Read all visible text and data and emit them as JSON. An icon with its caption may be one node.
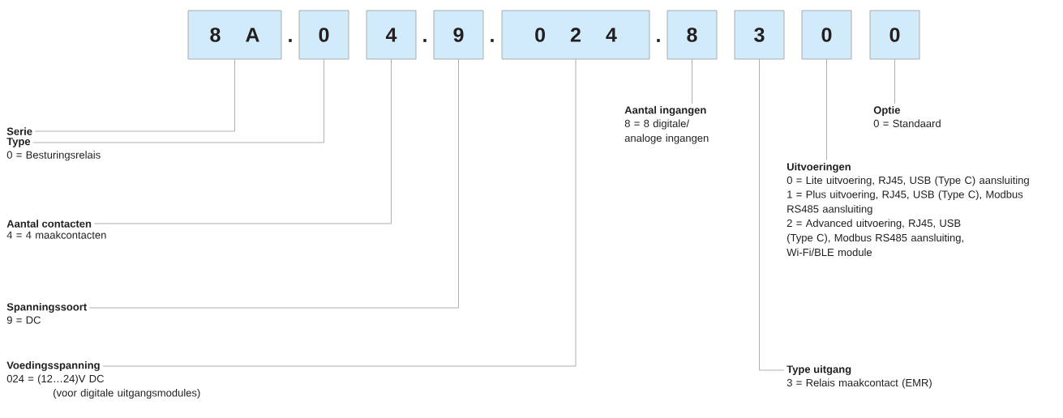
{
  "diagram": {
    "nodes": [
      {
        "text": [
          "8 A"
        ]
      },
      {
        "text": [
          "0"
        ]
      },
      {
        "text": [
          "4"
        ]
      },
      {
        "text": [
          "9"
        ]
      },
      {
        "text": [
          "0 2 4"
        ]
      },
      {
        "text": [
          "8"
        ]
      },
      {
        "text": [
          "3"
        ]
      },
      {
        "text": [
          "0"
        ]
      },
      {
        "text": [
          "0"
        ]
      },
      {
        "text": [
          "Serie"
        ]
      },
      {
        "text": [
          "Type",
          "0 = Besturingsrelais"
        ]
      },
      {
        "text": [
          "Aantal contacten",
          "4 = 4 maakcontacten"
        ]
      },
      {
        "text": [
          "Spanningssoort",
          "9 = DC"
        ]
      },
      {
        "text": [
          "Voedingsspanning",
          "024 = (12…24)V DC",
          "(voor digitale uitgangsmodules)"
        ]
      },
      {
        "text": [
          "Aantal ingangen",
          "8 = 8 digitale/ analoge ingangen"
        ]
      },
      {
        "text": [
          "Optie",
          "0 = Standaard"
        ]
      },
      {
        "text": [
          "Uitvoeringen",
          "0 =  Lite uitvoering, RJ45, USB (Type C) aansluiting",
          "1 = Plus uitvoering, RJ45, USB (Type C), Modbus RS485 aansluiting",
          "2 = Advanced uitvoering, RJ45, USB (Type C), Modbus RS485 aansluiting, Wi-Fi/BLE module"
        ]
      },
      {
        "text": [
          "Type uitgang",
          "3 = Relais maakcontact (EMR)"
        ]
      }
    ],
    "edges": [
      {
        "from": 9,
        "to": 0,
        "arrow": "none"
      },
      {
        "from": 10,
        "to": 1,
        "arrow": "none"
      },
      {
        "from": 11,
        "to": 2,
        "arrow": "none"
      },
      {
        "from": 12,
        "to": 3,
        "arrow": "none"
      },
      {
        "from": 13,
        "to": 4,
        "arrow": "none"
      },
      {
        "from": 14,
        "to": 5,
        "arrow": "none"
      },
      {
        "from": 17,
        "to": 6,
        "arrow": "none"
      },
      {
        "from": 16,
        "to": 7,
        "arrow": "none"
      },
      {
        "from": 15,
        "to": 8,
        "arrow": "none"
      }
    ],
    "labels": [
      ".",
      ".",
      ".",
      "."
    ]
  }
}
